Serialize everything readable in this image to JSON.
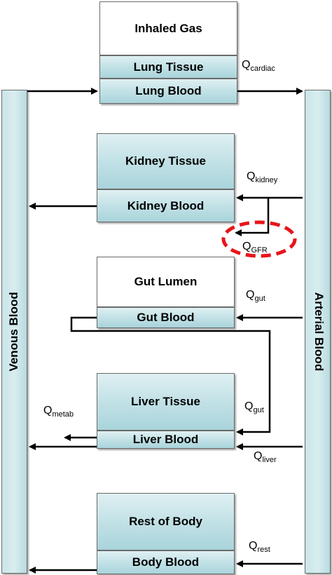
{
  "compartments": {
    "inhaled_gas": "Inhaled Gas",
    "lung_tissue": "Lung Tissue",
    "lung_blood": "Lung Blood",
    "kidney_tissue": "Kidney Tissue",
    "kidney_blood": "Kidney Blood",
    "gut_lumen": "Gut Lumen",
    "gut_blood": "Gut Blood",
    "liver_tissue": "Liver Tissue",
    "liver_blood": "Liver Blood",
    "rest_of_body": "Rest of Body",
    "body_blood": "Body Blood"
  },
  "pools": {
    "venous": "Venous Blood",
    "arterial": "Arterial Blood"
  },
  "flows": {
    "cardiac": {
      "q": "Q",
      "sub": "cardiac"
    },
    "kidney": {
      "q": "Q",
      "sub": "kidney"
    },
    "gfr": {
      "q": "Q",
      "sub": "GFR"
    },
    "gut_in": {
      "q": "Q",
      "sub": "gut"
    },
    "metab": {
      "q": "Q",
      "sub": "metab"
    },
    "gut_portal": {
      "q": "Q",
      "sub": "gut"
    },
    "liver": {
      "q": "Q",
      "sub": "liver"
    },
    "rest": {
      "q": "Q",
      "sub": "rest"
    }
  },
  "colors": {
    "compartment_fill": "#bfe0e5",
    "highlight_ellipse": "#e8141b",
    "arrow": "#000000"
  }
}
